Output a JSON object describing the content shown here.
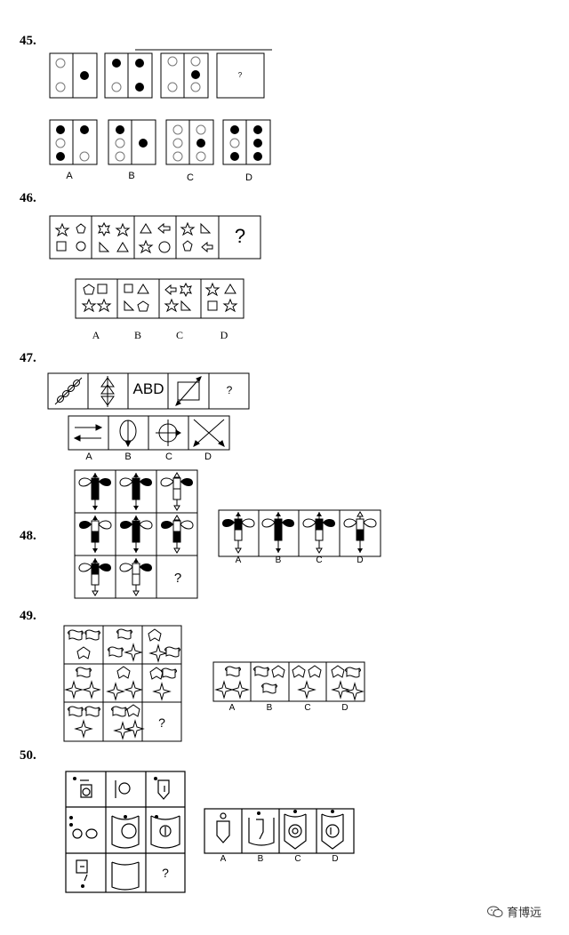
{
  "questions": [
    {
      "number": "45.",
      "options": [
        "A",
        "B",
        "C",
        "D"
      ],
      "question_mark": "?"
    },
    {
      "number": "46.",
      "options": [
        "A",
        "B",
        "C",
        "D"
      ],
      "question_mark": "?"
    },
    {
      "number": "47.",
      "options": [
        "A",
        "B",
        "C",
        "D"
      ],
      "question_mark": "?",
      "panel3_text": "ABD"
    },
    {
      "number": "48.",
      "options": [
        "A",
        "B",
        "C",
        "D"
      ],
      "question_mark": "?"
    },
    {
      "number": "49.",
      "options": [
        "A",
        "B",
        "C",
        "D"
      ],
      "question_mark": "?"
    },
    {
      "number": "50.",
      "options": [
        "A",
        "B",
        "C",
        "D"
      ],
      "question_mark": "?"
    }
  ],
  "watermark": {
    "text": "育博远",
    "icon": "wechat-icon"
  }
}
